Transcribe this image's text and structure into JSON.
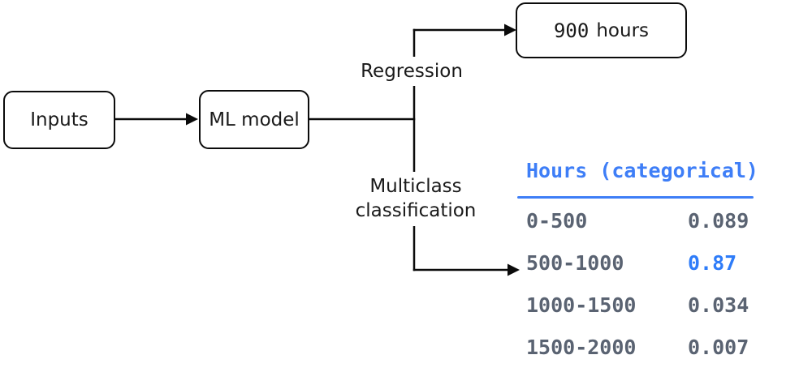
{
  "diagram": {
    "inputs_box": {
      "label": "Inputs"
    },
    "model_box": {
      "label": "ML model"
    },
    "branches": {
      "regression": {
        "label": "Regression"
      },
      "multiclass": {
        "label": "Multiclass classification"
      }
    },
    "regression_output": {
      "value": "900",
      "unit": "hours"
    }
  },
  "table": {
    "header": "Hours (categorical)",
    "rows": [
      {
        "range": "0-500",
        "prob": "0.089",
        "highlight": false
      },
      {
        "range": "500-1000",
        "prob": "0.87",
        "highlight": true
      },
      {
        "range": "1000-1500",
        "prob": "0.034",
        "highlight": false
      },
      {
        "range": "1500-2000",
        "prob": "0.007",
        "highlight": false
      }
    ]
  },
  "colors": {
    "accent_blue": "#3e7ef7",
    "highlight_blue": "#2e7cf9",
    "row_slate": "#5a6372",
    "line_black": "#0b0b0b"
  }
}
